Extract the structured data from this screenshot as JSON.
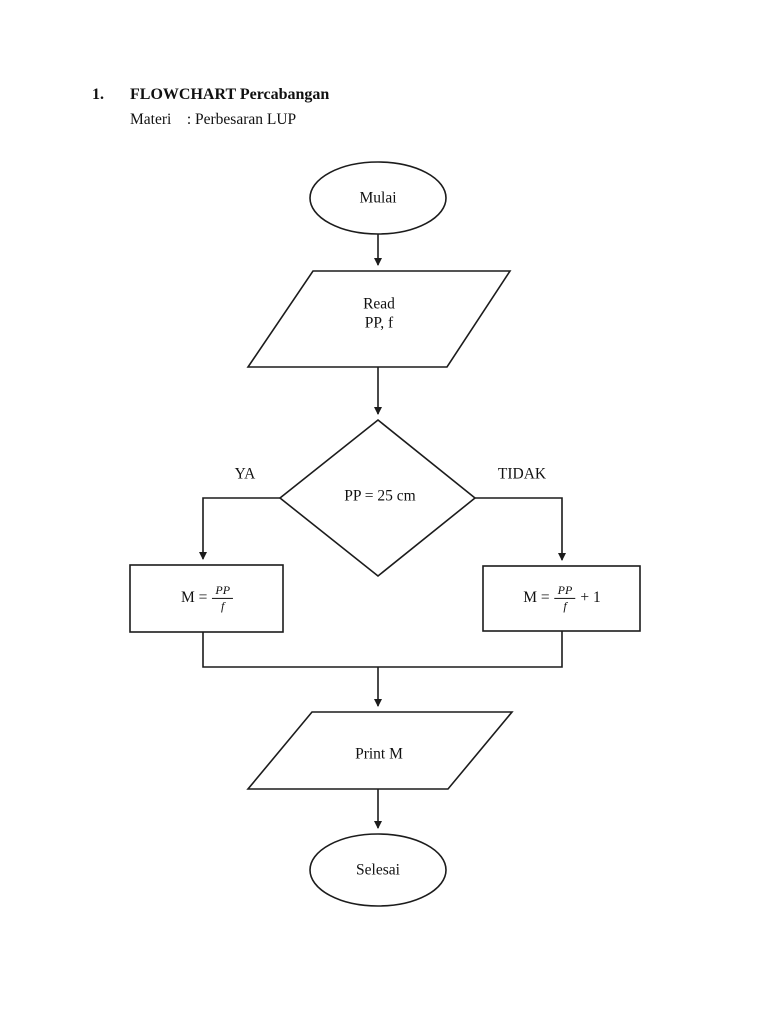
{
  "page": {
    "heading_number": "1.",
    "heading_title": "FLOWCHART Percabangan",
    "subheading": "Materi    : Perbesaran LUP"
  },
  "flowchart": {
    "stroke_color": "#1c1c1c",
    "text_color": "#111111",
    "background_color": "#ffffff",
    "nodes": {
      "start": {
        "type": "terminator",
        "label": "Mulai"
      },
      "read": {
        "type": "input-output",
        "line1": "Read",
        "line2": "PP, f"
      },
      "decision": {
        "type": "decision",
        "label": "PP = 25 cm"
      },
      "process_yes": {
        "type": "process",
        "prefix": "M =",
        "numerator": "PP",
        "denominator": "f",
        "suffix": ""
      },
      "process_no": {
        "type": "process",
        "prefix": "M =",
        "numerator": "PP",
        "denominator": "f",
        "suffix": "+ 1"
      },
      "print": {
        "type": "input-output",
        "label": "Print M"
      },
      "end": {
        "type": "terminator",
        "label": "Selesai"
      }
    },
    "branch_labels": {
      "yes": "YA",
      "no": "TIDAK"
    }
  }
}
